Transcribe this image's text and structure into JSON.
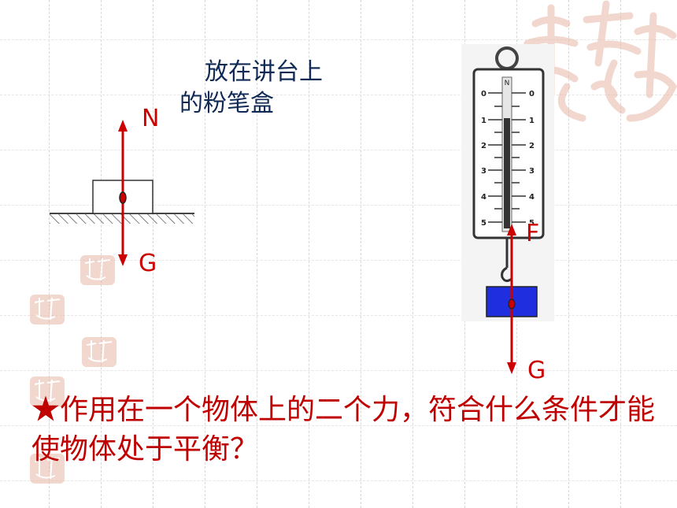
{
  "caption": {
    "line1": "放在讲台上",
    "line2": "的粉笔盒"
  },
  "left_diagram": {
    "upper_force": "N",
    "lower_force": "G"
  },
  "right_diagram": {
    "upper_force": "F",
    "lower_force": "G",
    "scale_top_mark": "N",
    "scale_ticks": [
      "0",
      "1",
      "2",
      "3",
      "4",
      "5"
    ]
  },
  "question": {
    "star": "★",
    "text": "作用在一个物体上的二个力，符合什么条件才能使物体处于平衡？"
  },
  "colors": {
    "force_arrow": "#cc0000",
    "caption_text": "#102a55",
    "question_text": "#c00000",
    "block_fill": "#1f2fe0",
    "seal": "#e7b7a6"
  },
  "icons": [
    "seal-logo"
  ]
}
